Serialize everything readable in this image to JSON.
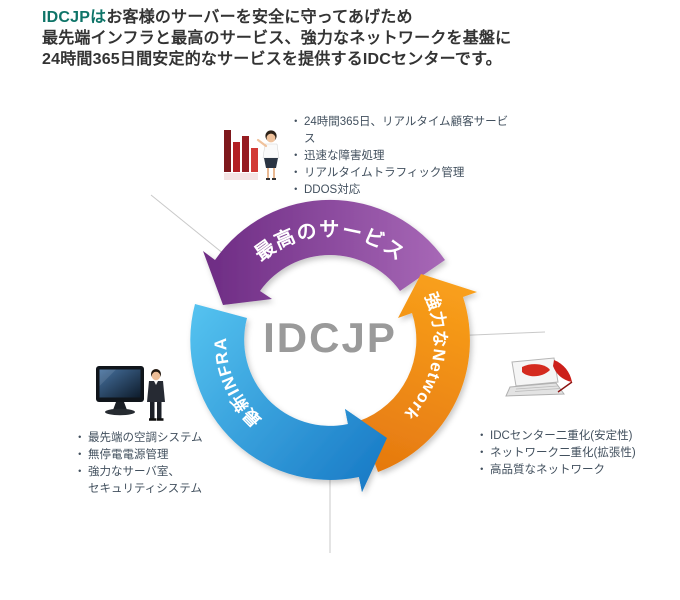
{
  "header": {
    "brand": "IDCJPは",
    "line1_rest": "お客様のサーバーを安全に守ってあげため",
    "line2": "最先端インフラと最高のサービス、強力なネットワークを基盤に",
    "line3": "24時間365日間安定的なサービスを提供するIDCセンターです。",
    "brand_color": "#0e7468"
  },
  "diagram": {
    "center_label": "IDCJP",
    "segments": [
      {
        "id": "service",
        "label": "最高のサービス",
        "color_from": "#ab6cba",
        "color_to": "#6f2d85"
      },
      {
        "id": "network",
        "label": "強力なNetwork",
        "color_from": "#e67a10",
        "color_to": "#f9a01b"
      },
      {
        "id": "infra",
        "label": "最新INFRA",
        "color_from": "#55c3f0",
        "color_to": "#1a7cc7"
      }
    ]
  },
  "features": {
    "service": {
      "items": [
        "24時間365日、リアルタイム顧客サービス",
        "迅速な障害処理",
        "リアルタイムトラフィック管理",
        "DDOS対応"
      ]
    },
    "infra": {
      "items": [
        "最先端の空調システム",
        "無停電電源管理",
        "強力なサーバ室、\nセキュリティシステム"
      ]
    },
    "network": {
      "items": [
        "IDCセンター二重化(安定性)",
        "ネットワーク二重化(拡張性)",
        "高品質なネットワーク"
      ]
    }
  },
  "illustrations": {
    "service": "bar-chart-and-presenter",
    "infra": "monitor-and-engineer",
    "network": "laptop-and-red-quill"
  }
}
